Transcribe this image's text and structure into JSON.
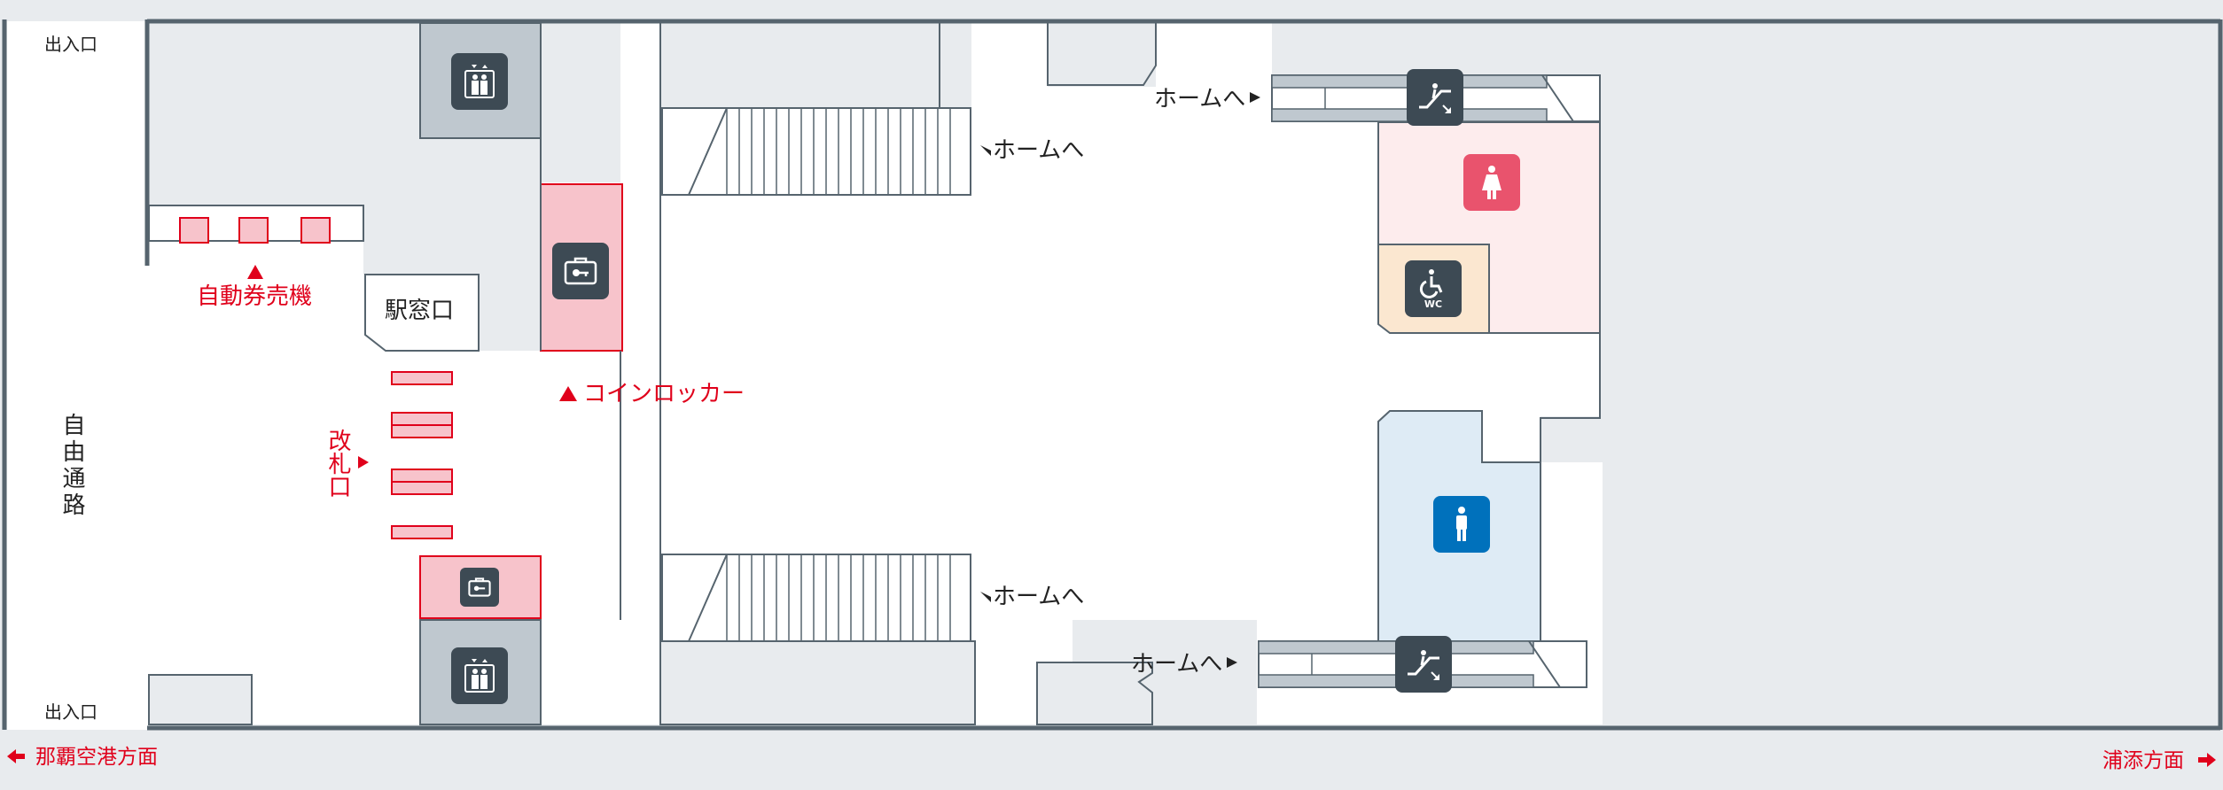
{
  "labels": {
    "exit_top": "出入口",
    "exit_bottom": "出入口",
    "free_passage": "自由通路",
    "ticket_machines": "自動券売機",
    "ticket_office": "駅窓口",
    "ticket_gate": "改札口",
    "coin_lockers": "コインロッカー",
    "to_platform_left_top": "ホームへ",
    "to_platform_left_bottom": "ホームへ",
    "to_platform_right_top": "ホームへ",
    "to_platform_right_bottom": "ホームへ",
    "dir_left": "那覇空港方面",
    "dir_right": "浦添方面"
  },
  "icons": [
    "elevator-icon",
    "elevator-icon",
    "coin-locker-icon",
    "coin-locker-icon",
    "escalator-icon",
    "escalator-icon",
    "womens-restroom-icon",
    "accessible-restroom-icon",
    "mens-restroom-icon"
  ],
  "colors": {
    "background": "#e8ebee",
    "wall": "#56646e",
    "accent_red": "#e0001b",
    "locker_fill": "#f7c3cb",
    "icon_dark": "#3d4a54",
    "womens": "#e9536d",
    "mens": "#0071bc",
    "womens_area": "#fdeced",
    "accessible_area": "#fbe7d0",
    "mens_area": "#deebf5",
    "elevator_area": "#bfc8cf"
  }
}
